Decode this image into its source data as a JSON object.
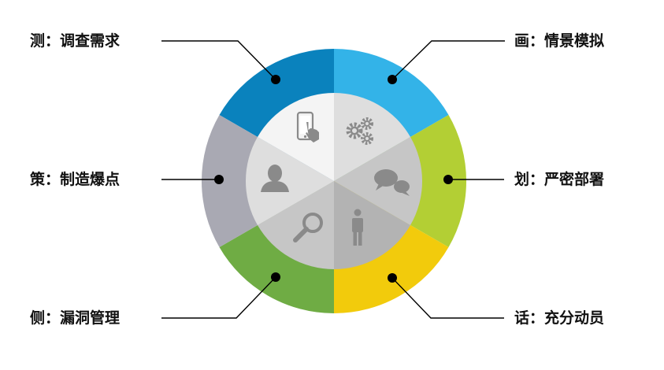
{
  "colors": {
    "blue": "#0a82bd",
    "sky": "#33b3e8",
    "lime": "#b3cf34",
    "yellow": "#f2cb0c",
    "green": "#6fac44",
    "gray": "#a9a9b3",
    "inner_light": "#f4f4f4",
    "inner_mid": "#dedede",
    "inner_dark": "#c6c6c6",
    "inner_darker": "#b3b3b3",
    "icon": "#8a8a8a",
    "connector": "#000000"
  },
  "segments": [
    {
      "id": "measure",
      "label": "测：调查需求",
      "icon": "phone-touch-icon",
      "color": "#0a82bd"
    },
    {
      "id": "draw",
      "label": "画：情景模拟",
      "icon": "gears-icon",
      "color": "#33b3e8"
    },
    {
      "id": "plan",
      "label": "划：严密部署",
      "icon": "chat-bubbles-icon",
      "color": "#b3cf34"
    },
    {
      "id": "talk",
      "label": "话：充分动员",
      "icon": "standing-person-icon",
      "color": "#f2cb0c"
    },
    {
      "id": "side",
      "label": "侧：漏洞管理",
      "icon": "magnifier-icon",
      "color": "#6fac44"
    },
    {
      "id": "strategy",
      "label": "策：制造爆点",
      "icon": "user-bust-icon",
      "color": "#a9a9b3"
    }
  ]
}
